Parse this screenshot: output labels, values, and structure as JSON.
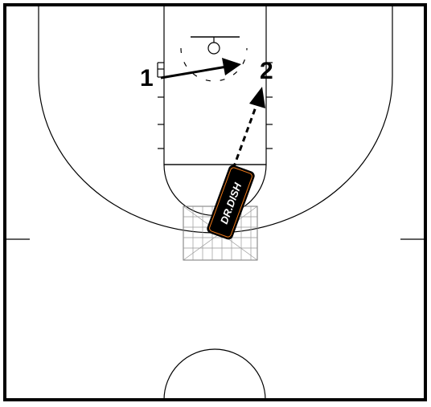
{
  "diagram": {
    "players": [
      {
        "id": "player-1",
        "label": "1"
      },
      {
        "id": "player-2",
        "label": "2"
      }
    ],
    "actions": [
      {
        "type": "cut",
        "from": "1",
        "to": "2",
        "style": "solid-arrow"
      },
      {
        "type": "pass",
        "from": "machine",
        "to": "2",
        "style": "dashed-arrow"
      }
    ],
    "machine": {
      "logo_text": "DR.DISH"
    },
    "colors": {
      "line": "#000000",
      "background": "#ffffff",
      "logo_accent": "#f07a1a"
    }
  }
}
